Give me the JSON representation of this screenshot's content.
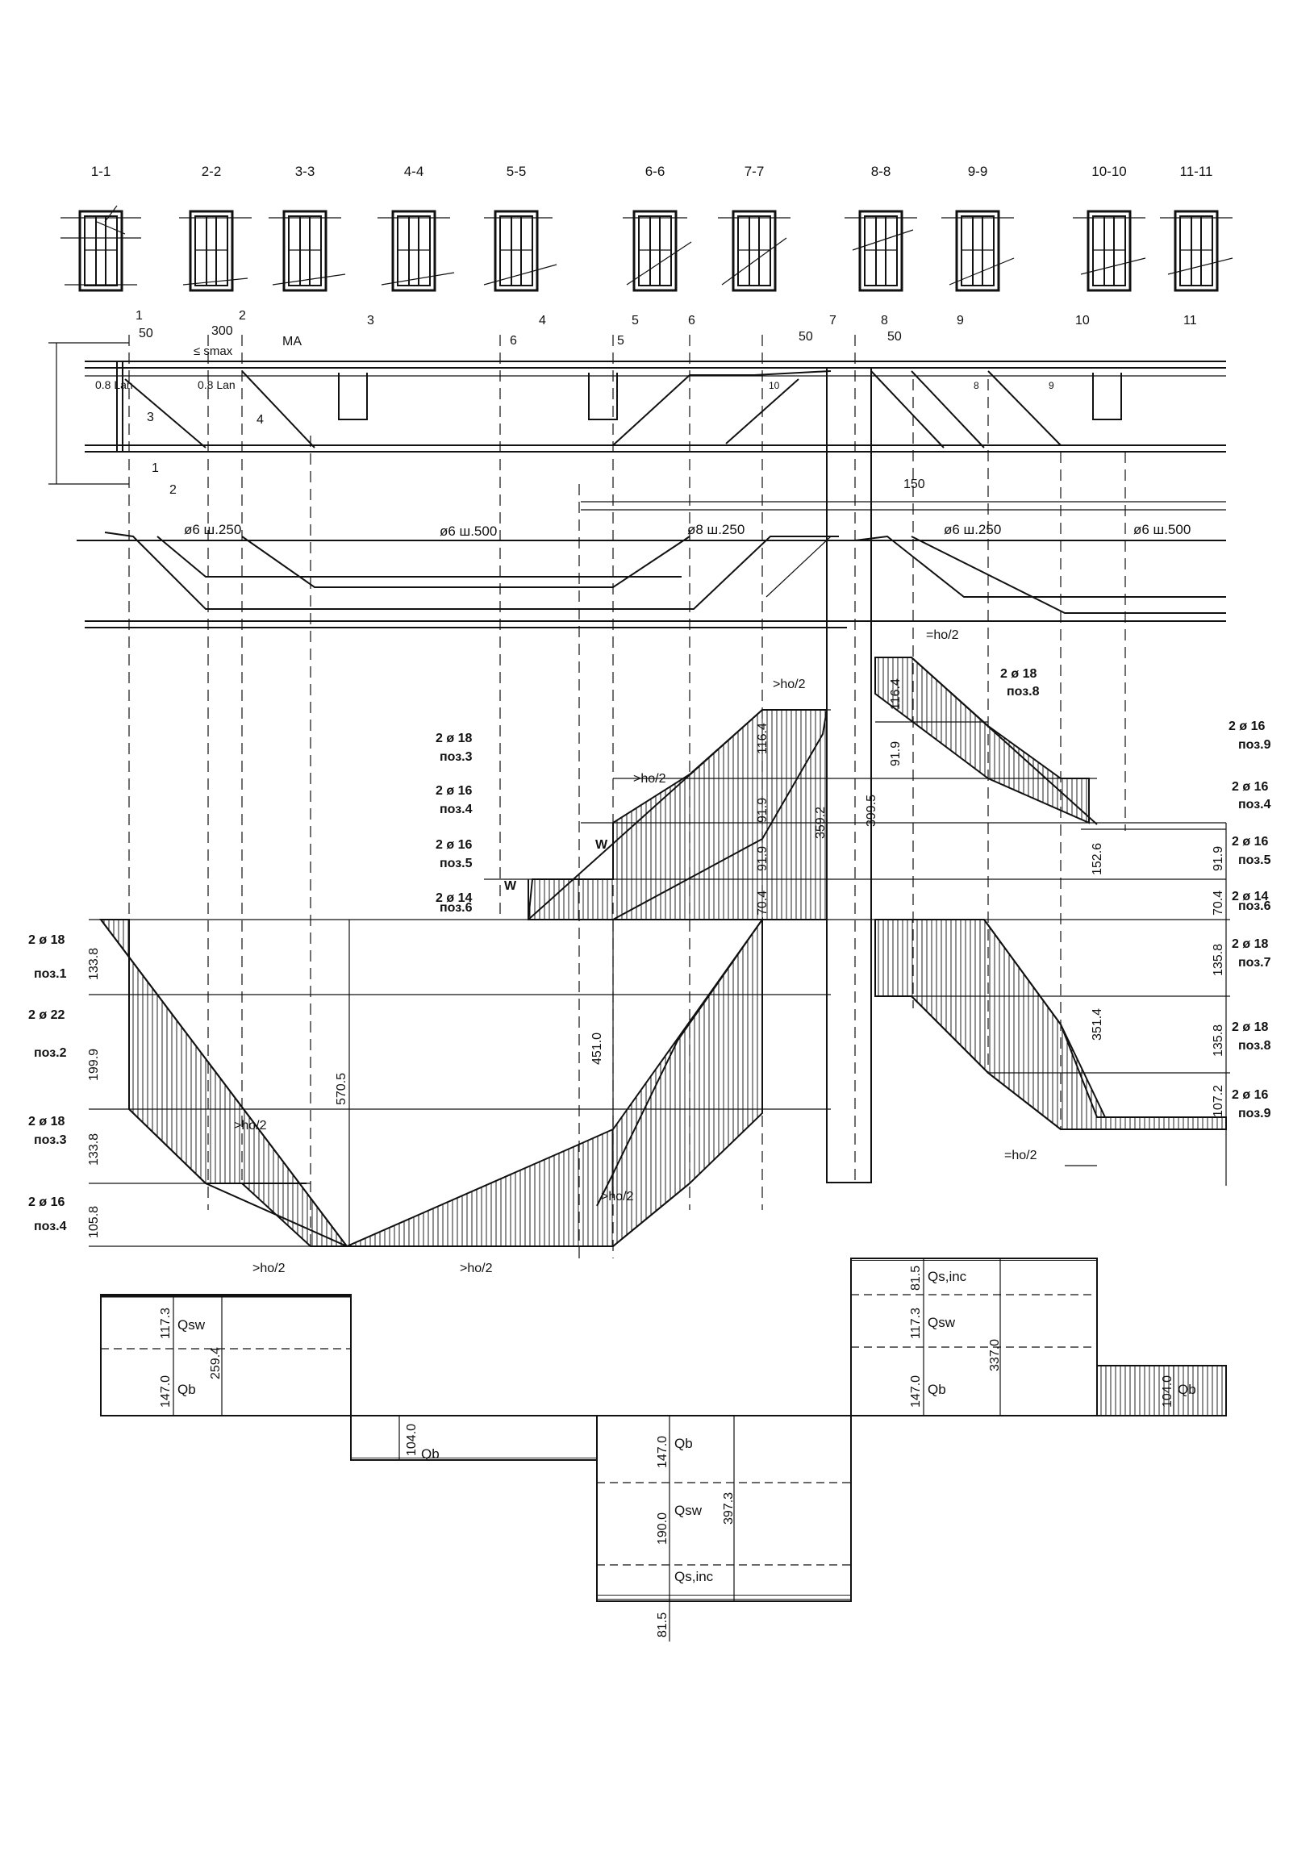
{
  "sections": {
    "labels": [
      "1-1",
      "2-2",
      "3-3",
      "4-4",
      "5-5",
      "6-6",
      "7-7",
      "8-8",
      "9-9",
      "10-10",
      "11-11"
    ],
    "bar_tags": [
      "MA",
      "3",
      "2",
      "1",
      "4",
      "5",
      "6",
      "7",
      "8",
      "9",
      "10"
    ]
  },
  "elevation": {
    "cut_marks": [
      "1",
      "2",
      "3",
      "4",
      "5",
      "6",
      "7",
      "8",
      "9",
      "10",
      "11"
    ],
    "dim_50_left": "50",
    "dim_300": "300",
    "dim_smax": "≤ smax",
    "dim_ma": "MA",
    "dim_08_lan_1": "0.8 Lan",
    "dim_08_lan_2": "0.8 Lan",
    "dim_50_a": "50",
    "dim_50_b": "50",
    "dim_150": "150",
    "stirrups_1": "ø6 ш.250",
    "stirrups_2": "ø6 ш.500",
    "stirrups_3": "ø8 ш.250",
    "stirrups_4": "ø6 ш.250",
    "stirrups_5": "ø6 ш.500",
    "bar_numbers": [
      "1",
      "2",
      "3",
      "4",
      "5",
      "6",
      "7",
      "8",
      "9",
      "10"
    ]
  },
  "moment": {
    "left_labels": [
      {
        "d": "2 ø 18",
        "p": "поз.1"
      },
      {
        "d": "2 ø 22",
        "p": "поз.2"
      },
      {
        "d": "2 ø 18",
        "p": "поз.3"
      },
      {
        "d": "2 ø 16",
        "p": "поз.4"
      }
    ],
    "mid_labels": [
      {
        "d": "2 ø 18",
        "p": "поз.3"
      },
      {
        "d": "2 ø 16",
        "p": "поз.4"
      },
      {
        "d": "2 ø 16",
        "p": "поз.5"
      },
      {
        "d": "2 ø 14",
        "p": "поз.6"
      }
    ],
    "center_label": {
      "d": "2 ø 18",
      "p": "поз.8"
    },
    "right_labels": [
      {
        "d": "2 ø 16",
        "p": "поз.9"
      },
      {
        "d": "2 ø 16",
        "p": "поз.4"
      },
      {
        "d": "2 ø 16",
        "p": "поз.5"
      },
      {
        "d": "2 ø 14",
        "p": "поз.6"
      },
      {
        "d": "2 ø 18",
        "p": "поз.7"
      },
      {
        "d": "2 ø 18",
        "p": "поз.8"
      },
      {
        "d": "2 ø 16",
        "p": "поз.9"
      }
    ],
    "values_left": [
      "133.8",
      "199.9",
      "133.8",
      "105.8",
      "570.5",
      "451.0"
    ],
    "values_mid": [
      "116.4",
      "91.9",
      "91.9",
      "70.4",
      "359.2",
      "399.5",
      "116.4",
      "91.9"
    ],
    "values_right": [
      "152.6",
      "91.9",
      "70.4",
      "135.8",
      "351.4",
      "135.8",
      "107.2"
    ],
    "ho2": ">ho/2",
    "ho2_eq": "=ho/2",
    "w": "W"
  },
  "shear": {
    "left": {
      "v1": "117.3",
      "v2": "147.0",
      "total": "259.4",
      "qsw": "Qsw",
      "qb": "Qb"
    },
    "left_low": {
      "v": "104.0",
      "qb": "Qb"
    },
    "mid": {
      "v1": "147.0",
      "v2": "190.0",
      "total": "397.3",
      "v3": "81.5",
      "qb": "Qb",
      "qsw": "Qsw",
      "qsinc": "Qs,inc"
    },
    "right": {
      "v1": "81.5",
      "v2": "117.3",
      "v3": "147.0",
      "total": "337.0",
      "qsinc": "Qs,inc",
      "qsw": "Qsw",
      "qb": "Qb"
    },
    "right_low": {
      "v": "104.0",
      "qb": "Qb"
    }
  }
}
